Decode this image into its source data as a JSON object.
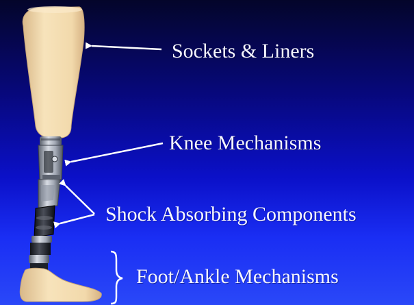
{
  "labels": {
    "sockets": "Sockets & Liners",
    "knee": "Knee Mechanisms",
    "shock": "Shock Absorbing Components",
    "foot": "Foot/Ankle Mechanisms"
  },
  "colors": {
    "background_top": "#04052a",
    "background_bottom": "#2a48f8",
    "text": "#f6f6ff",
    "limb_skin": "#f3ddb1",
    "metal": "#aab0bc"
  }
}
